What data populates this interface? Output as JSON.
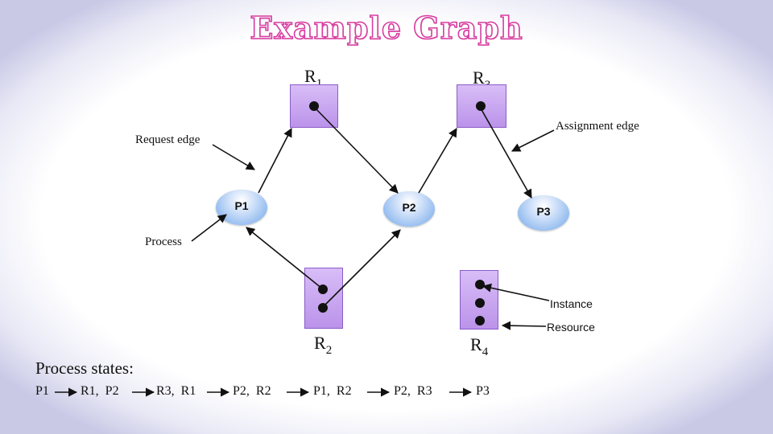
{
  "title": "Example Graph",
  "resources": [
    {
      "id": "R1",
      "letter": "R",
      "sub": "1",
      "instances": 1
    },
    {
      "id": "R2",
      "letter": "R",
      "sub": "2",
      "instances": 2
    },
    {
      "id": "R3",
      "letter": "R",
      "sub": "3",
      "instances": 1
    },
    {
      "id": "R4",
      "letter": "R",
      "sub": "4",
      "instances": 3
    }
  ],
  "processes": [
    {
      "id": "P1",
      "label": "P1"
    },
    {
      "id": "P2",
      "label": "P2"
    },
    {
      "id": "P3",
      "label": "P3"
    }
  ],
  "edges": [
    {
      "from": "P1",
      "to": "R1",
      "kind": "request"
    },
    {
      "from": "R1",
      "to": "P2",
      "kind": "assignment"
    },
    {
      "from": "P2",
      "to": "R3",
      "kind": "request"
    },
    {
      "from": "R3",
      "to": "P3",
      "kind": "assignment"
    },
    {
      "from": "R2",
      "to": "P1",
      "kind": "assignment"
    },
    {
      "from": "R2",
      "to": "P2",
      "kind": "assignment"
    }
  ],
  "annotations": {
    "request_edge": "Request edge",
    "assignment_edge": "Assignment edge",
    "process": "Process",
    "instance": "Instance",
    "resource": "Resource"
  },
  "process_states": {
    "heading": "Process states:",
    "sequence": [
      "P1",
      "R1,  P2",
      "R3,  R1",
      "P2,  R2",
      "P1,  R2",
      "P2,  R3",
      "P3"
    ]
  }
}
